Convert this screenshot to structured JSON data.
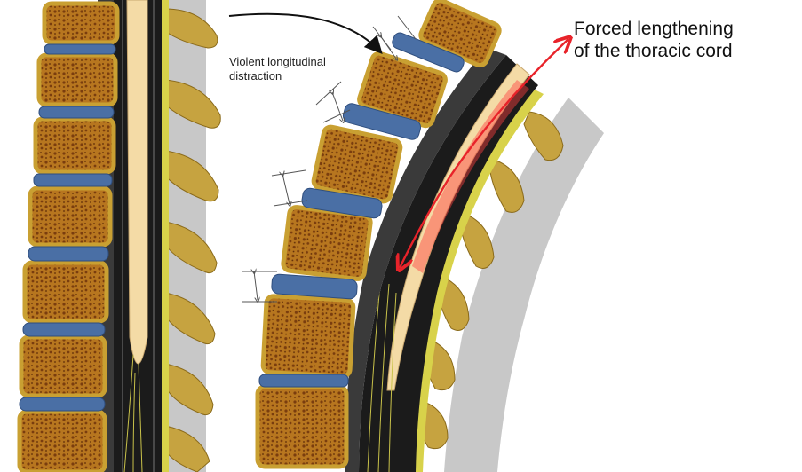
{
  "annotations": {
    "distraction": {
      "line1": "Violent longitudinal",
      "line2": "distraction"
    },
    "lengthening": {
      "line1": "Forced lengthening",
      "line2": "of the thoracic cord"
    }
  },
  "colors": {
    "vertebral_bone": "#c9a032",
    "marrow": "#8a4a12",
    "disc": "#4a6fa5",
    "cord": "#f4dba6",
    "canal": "#141414",
    "spinous_process": "#c6a340",
    "ligament_gray": "#b0b0b0",
    "highlight_arrow": "#e8232a",
    "fat": "#d8d24a"
  },
  "icons": {
    "curved_arrow": "curved-arrow-icon",
    "distraction_marker": "double-headed-arrow-icon",
    "stretch_arrow": "red-double-arrow-icon"
  }
}
